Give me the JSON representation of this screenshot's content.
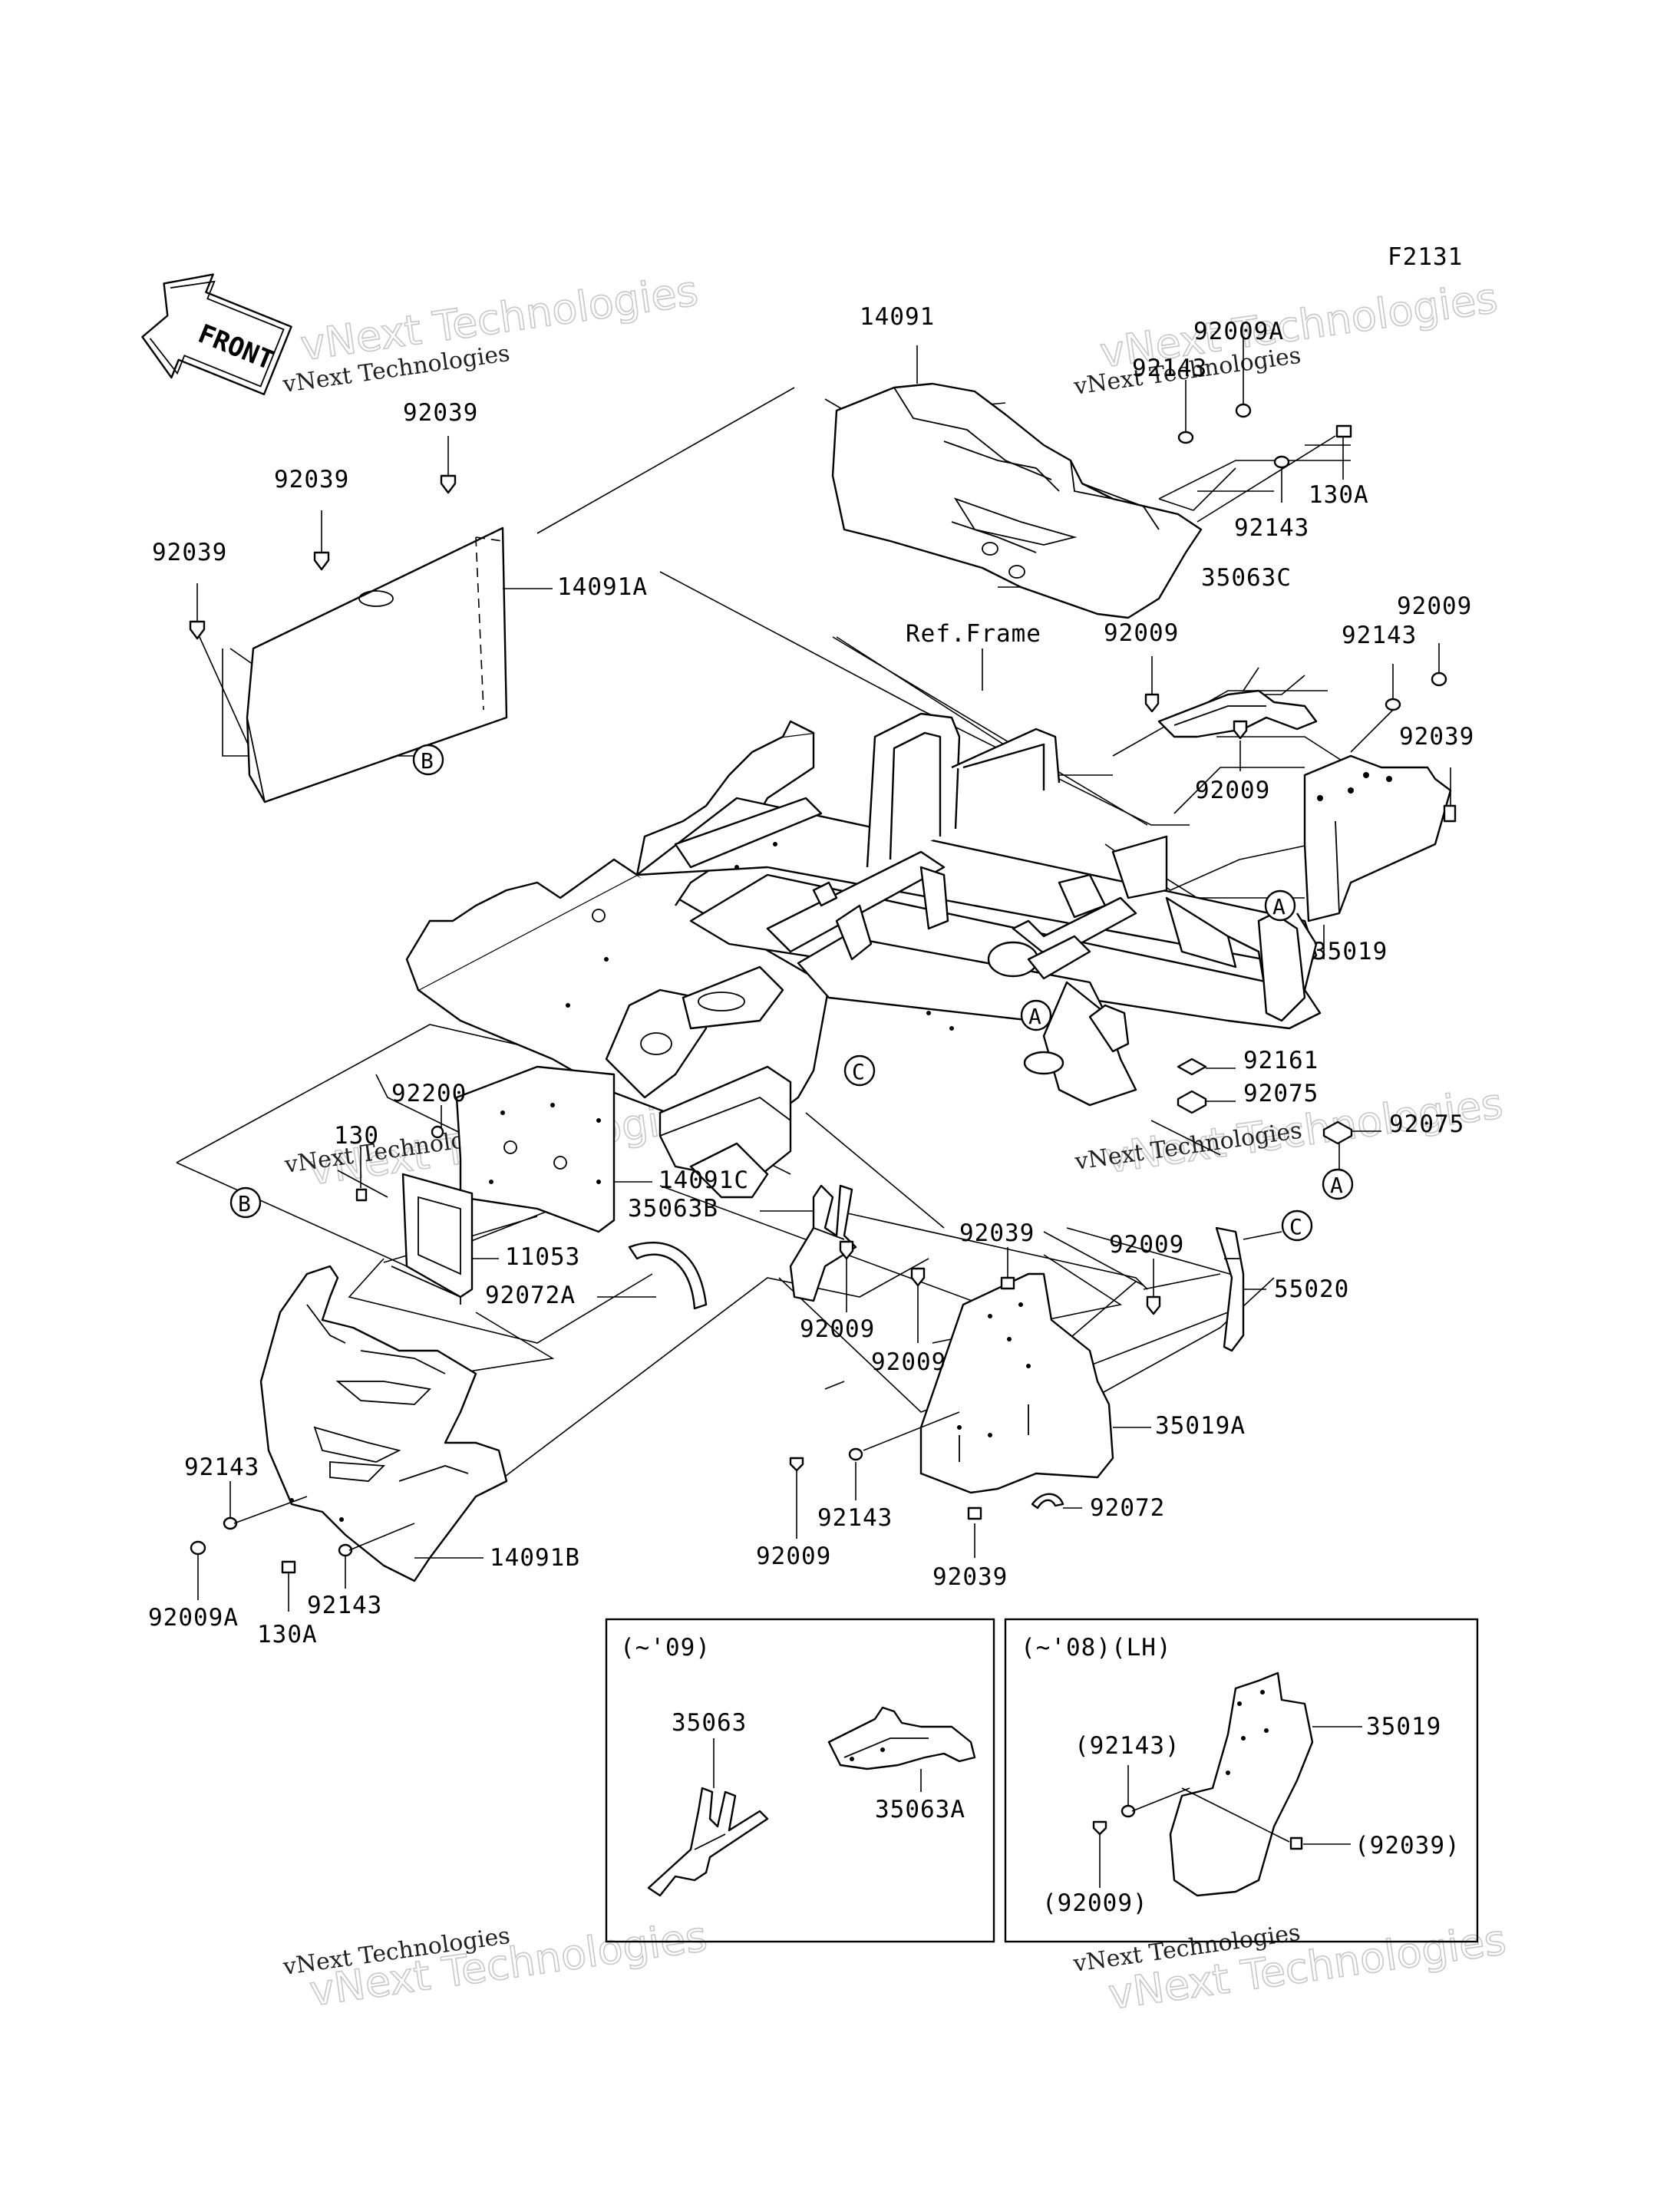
{
  "diagram": {
    "code": "F2131",
    "front_label": "FRONT",
    "ref_frame": "Ref.Frame",
    "watermark": {
      "logo": "vNext Technologies",
      "text": "vNext Technologies"
    },
    "labels": {
      "l_14091": "14091",
      "l_92009A_top": "92009A",
      "l_92143_top": "92143",
      "l_130A_top": "130A",
      "l_92143_top2": "92143",
      "l_92039_a": "92039",
      "l_92039_b": "92039",
      "l_92039_c": "92039",
      "l_14091A": "14091A",
      "l_35063C": "35063C",
      "l_92009_r1": "92009",
      "l_92009_r2": "92009",
      "l_92143_r": "92143",
      "l_92039_r": "92039",
      "l_92009_mid": "92009",
      "l_35019": "35019",
      "l_92161": "92161",
      "l_92075_a": "92075",
      "l_92075_b": "92075",
      "l_92200": "92200",
      "l_130": "130",
      "l_14091C": "14091C",
      "l_35063B": "35063B",
      "l_11053": "11053",
      "l_92072A": "92072A",
      "l_92009_c1": "92009",
      "l_92009_c2": "92009",
      "l_92039_c2": "92039",
      "l_92009_c3": "92009",
      "l_55020": "55020",
      "l_35019A": "35019A",
      "l_92143_l1": "92143",
      "l_14091B": "14091B",
      "l_92009A_l": "92009A",
      "l_130A_l": "130A",
      "l_92143_l2": "92143",
      "l_92143_c": "92143",
      "l_92009_c4": "92009",
      "l_92072": "92072",
      "l_92039_c3": "92039"
    },
    "callouts": {
      "a": "A",
      "b": "B",
      "c": "C"
    },
    "inset_left": {
      "title": "(~'09)",
      "l_35063": "35063",
      "l_35063A": "35063A"
    },
    "inset_right": {
      "title": "(~'08)(LH)",
      "l_35019": "35019",
      "l_92143p": "(92143)",
      "l_92039p": "(92039)",
      "l_92009p": "(92009)"
    }
  }
}
